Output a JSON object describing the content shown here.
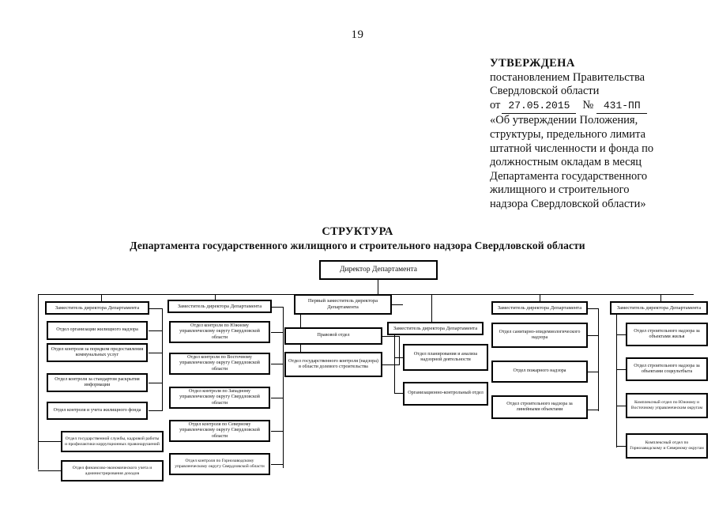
{
  "page": {
    "number": "19"
  },
  "approval": {
    "heading": "УТВЕРЖДЕНА",
    "line1": "постановлением Правительства",
    "line2": "Свердловской области",
    "date_label": "от",
    "date_value": "27.05.2015",
    "number_symbol": "№",
    "number_value": "431-ПП",
    "line3": "«Об утверждении Положения,",
    "line4": "структуры, предельного лимита",
    "line5": "штатной численности и фонда по",
    "line6": "должностным окладам в месяц",
    "line7": "Департамента государственного",
    "line8": "жилищного и строительного",
    "line9": "надзора Свердловской области»"
  },
  "chart_title": {
    "title": "СТРУКТУРА",
    "subtitle": "Департамента государственного жилищного и строительного надзора Свердловской области"
  },
  "org": {
    "root": "Директор Департамента",
    "branches": [
      {
        "head": "Заместитель директора Департамента",
        "units": [
          "Отдел организации жилищного надзора",
          "Отдел контроля за порядком предоставления коммунальных услуг",
          "Отдел контроля за стандартом раскрытия информации",
          "Отдел контроля и учета жилищного фонда",
          "Отдел государственной службы, кадровой работы и профилактики коррупционных правонарушений",
          "Отдел финансово-экономического учета и администрирования доходов"
        ]
      },
      {
        "head": "Заместитель директора Департамента",
        "units": [
          "Отдел контроля по Южному управленческому округу Свердловской области",
          "Отдел контроля по Восточному управленческому округу Свердловской области",
          "Отдел контроля по Западному управленческому округу Свердловской области",
          "Отдел контроля по Северному управленческому округу Свердловской области",
          "Отдел контроля по Горнозаводскому управленческому округу Свердловской области"
        ]
      },
      {
        "head": "Первый заместитель директора Департамента",
        "units": [
          "Правовой отдел",
          "Отдел государственного контроля (надзора) в области долевого строительства"
        ]
      },
      {
        "head": "Заместитель директора Департамента",
        "units": [
          "Отдел планирования и анализа надзорной деятельности",
          "Организационно-контрольный отдел"
        ]
      },
      {
        "head": "Заместитель директора Департамента",
        "units": [
          "Отдел санитарно-эпидемиологического надзора",
          "Отдел пожарного надзора",
          "Отдел строительного надзора за линейными объектами"
        ]
      },
      {
        "head": "Заместитель директора Департамента",
        "units": [
          "Отдел строительного надзора за объектами жилья",
          "Отдел строительного надзора за объектами соцкультбыта",
          "Комплексный отдел по Южному и Восточному управленческим округам",
          "Комплексный отдел по Горнозаводскому и Северному округам"
        ]
      }
    ]
  }
}
